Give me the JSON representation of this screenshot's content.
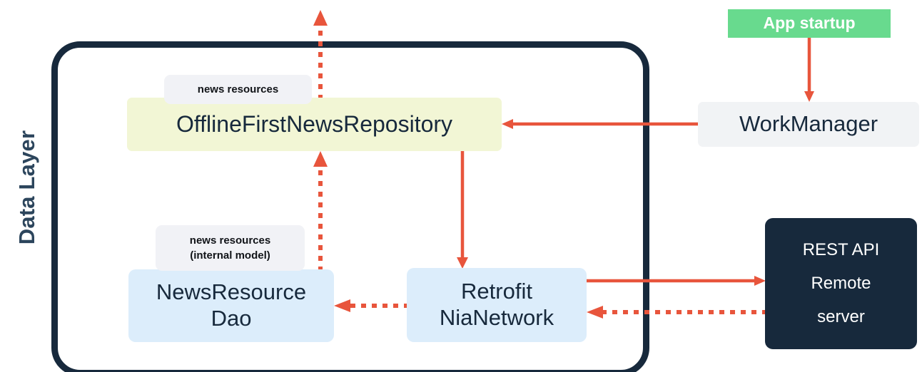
{
  "diagram": {
    "title": "Data Layer architecture diagram",
    "container": {
      "label": "Data Layer",
      "border_color": "#17293c"
    },
    "nodes": {
      "repository": {
        "label": "OfflineFirstNewsRepository",
        "bg_color": "#f2f6d5",
        "text_color": "#17293c"
      },
      "dao": {
        "line1": "NewsResource",
        "line2": "Dao",
        "bg_color": "#dcedfb",
        "text_color": "#17293c"
      },
      "retrofit": {
        "line1": "Retrofit",
        "line2": "NiaNetwork",
        "bg_color": "#dcedfb",
        "text_color": "#17293c"
      },
      "workmanager": {
        "label": "WorkManager",
        "bg_color": "#f1f3f5",
        "text_color": "#17293c"
      },
      "app_startup": {
        "label": "App startup",
        "bg_color": "#68da8e",
        "text_color": "#ffffff"
      },
      "remote_server": {
        "line1": "REST API",
        "line2": "Remote",
        "line3": "server",
        "bg_color": "#17293c",
        "text_color": "#ffffff"
      }
    },
    "tags": {
      "news_resources": {
        "label": "news resources"
      },
      "news_resources_internal": {
        "line1": "news resources",
        "line2": "(internal model)"
      }
    },
    "arrows": {
      "accent_color": "#e8553c",
      "items": [
        {
          "name": "app-startup-to-workmanager",
          "style": "solid",
          "direction": "down"
        },
        {
          "name": "workmanager-to-repository",
          "style": "solid",
          "direction": "left"
        },
        {
          "name": "repository-to-retrofit",
          "style": "solid",
          "direction": "down"
        },
        {
          "name": "retrofit-to-remote-server",
          "style": "solid",
          "direction": "right"
        },
        {
          "name": "repository-to-consumer",
          "style": "dotted",
          "direction": "up"
        },
        {
          "name": "dao-to-repository",
          "style": "dotted",
          "direction": "up"
        },
        {
          "name": "retrofit-to-dao",
          "style": "dotted",
          "direction": "left"
        },
        {
          "name": "remote-server-to-retrofit",
          "style": "dotted",
          "direction": "left"
        }
      ]
    }
  }
}
